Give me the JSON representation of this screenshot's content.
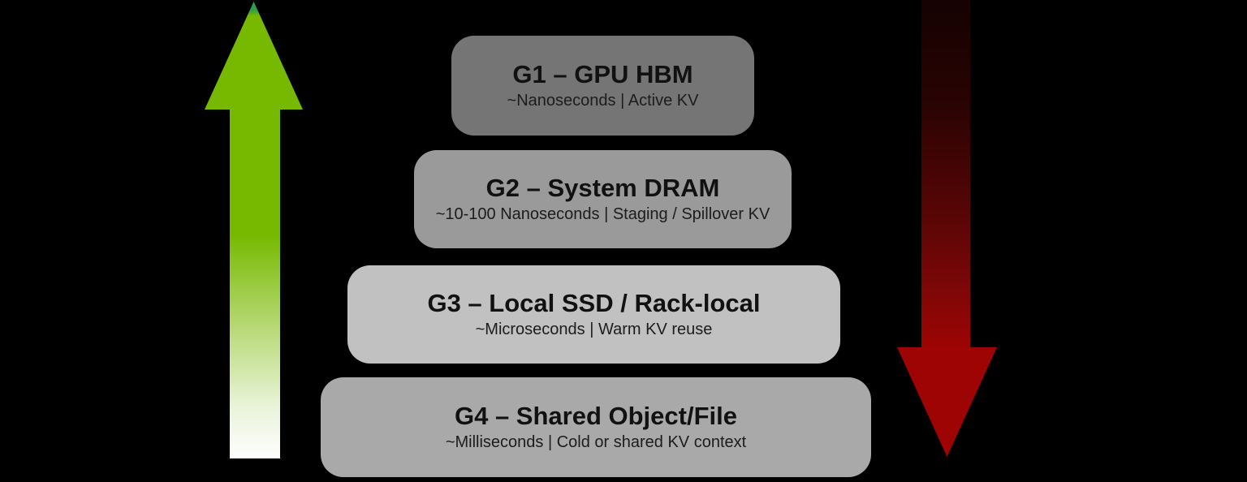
{
  "scene": {
    "description": "Memory tier latency hierarchy diagram (G1-G4) with up and down gradient arrows",
    "background_color": "#000000"
  },
  "arrows": {
    "up": {
      "direction": "up",
      "body_color": "#76b900",
      "tip_color": "#2f9e48",
      "fade_to": "#ffffff"
    },
    "down": {
      "direction": "down",
      "body_color": "#9e0404",
      "fade_from": "#150202"
    }
  },
  "tiers": [
    {
      "id": "G1",
      "title": "G1 – GPU HBM",
      "subtitle": "~Nanoseconds | Active KV",
      "bg": "#757575"
    },
    {
      "id": "G2",
      "title": "G2 – System DRAM",
      "subtitle": "~10-100 Nanoseconds | Staging / Spillover KV",
      "bg": "#9a9a9a"
    },
    {
      "id": "G3",
      "title": "G3 – Local SSD / Rack-local",
      "subtitle": "~Microseconds | Warm KV reuse",
      "bg": "#c1c1c1"
    },
    {
      "id": "G4",
      "title": "G4 – Shared Object/File",
      "subtitle": "~Milliseconds | Cold or shared KV context",
      "bg": "#a9a9a9"
    }
  ]
}
